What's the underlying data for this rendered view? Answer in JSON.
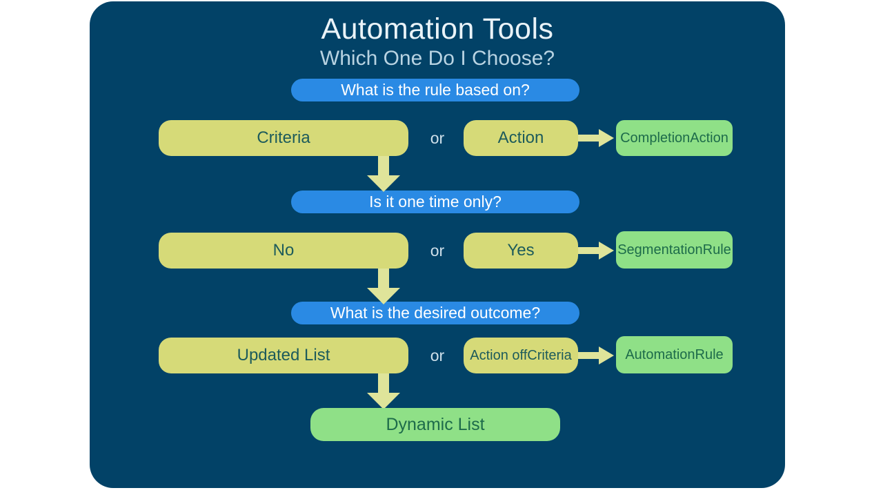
{
  "theme": {
    "page_background": "#ffffff",
    "panel_background": "#024267",
    "question_bar_color": "#2a8ae4",
    "question_text_color": "#ffffff",
    "option_box_color": "#d6da78",
    "option_text_color": "#1d5b5b",
    "result_box_color": "#8fe087",
    "result_text_color": "#1d6b4a",
    "arrow_color": "#dfe49a",
    "title_color": "#eaf3f8",
    "subtitle_color": "#b8d3e2",
    "or_label_color": "#cfe0ea"
  },
  "header": {
    "title": "Automation Tools",
    "subtitle": "Which One Do I Choose?"
  },
  "or_label": "or",
  "flow": {
    "steps": [
      {
        "question": "What is the rule based on?",
        "left_option": "Criteria",
        "right_option": "Action",
        "result": "Completion Action",
        "result_lines": [
          "Completion",
          "Action"
        ]
      },
      {
        "question": "Is it one time only?",
        "left_option": "No",
        "right_option": "Yes",
        "result": "Segmentation Rule",
        "result_lines": [
          "Segmentation",
          "Rule"
        ]
      },
      {
        "question": "What is the desired outcome?",
        "left_option": "Updated List",
        "right_option": "Action off Criteria",
        "right_option_lines": [
          "Action off",
          "Criteria"
        ],
        "result": "Automation Rule",
        "result_lines": [
          "Automation",
          "Rule"
        ]
      }
    ],
    "final_result": "Dynamic List"
  }
}
